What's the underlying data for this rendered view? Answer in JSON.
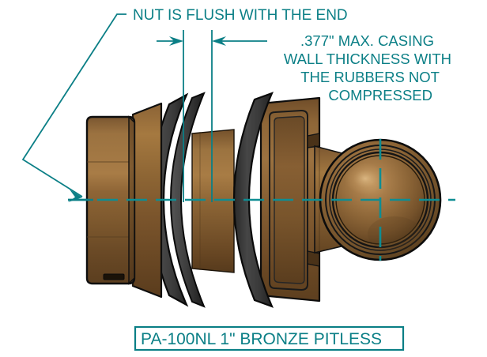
{
  "drawing": {
    "title_label": "PA-100NL   1\" BRONZE PITLESS",
    "background_color": "#ffffff",
    "annotation_color": "#0b7f86",
    "centerline_color": "#0e8d93",
    "bronze_color": "#8a6134",
    "bronze_light": "#a8793f",
    "bronze_dark": "#5d4021",
    "rubber_color": "#3b3b3b",
    "outline_color": "#111111"
  },
  "annotations": {
    "nut_note": "NUT IS FLUSH WITH THE END",
    "casing_note_lines": [
      ".377\"  MAX. CASING",
      "WALL THICKNESS WITH",
      "THE RUBBERS NOT",
      "COMPRESSED"
    ],
    "dimension_value": ".377\""
  },
  "parts": {
    "hex_nut": "hex-nut",
    "flange": "flange",
    "upper_rubber": "upper-rubber-gasket",
    "lower_rubber": "lower-rubber-gasket",
    "spool": "spool-section",
    "body_block": "body-block",
    "ball_end": "ball-end"
  }
}
